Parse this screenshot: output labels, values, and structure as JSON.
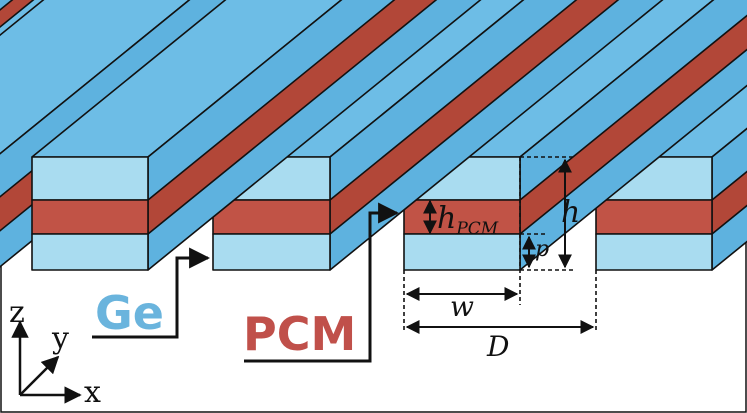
{
  "colors": {
    "ge_top": "#6dbde6",
    "ge_front": "#a9dcf0",
    "ge_side": "#5eb2df",
    "pcm_front": "#c15346",
    "pcm_side": "#b24738",
    "outline": "#111111",
    "ge_label": "#6ab4dd",
    "pcm_label": "#c0504a"
  },
  "labels": {
    "ge": "Ge",
    "pcm": "PCM",
    "h_pcm_base": "h",
    "h_pcm_sub": "PCM",
    "h": "h",
    "p": "p",
    "w": "w",
    "D": "D"
  },
  "axes": {
    "z": "z",
    "y": "y",
    "x": "x"
  }
}
